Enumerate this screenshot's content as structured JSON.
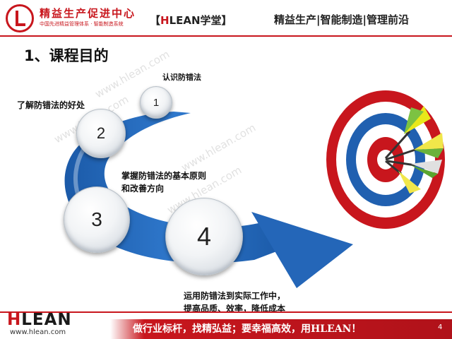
{
  "header": {
    "logo_text": "精益生产促进中心",
    "logo_subtitle": "中国先进精益管理体系 · 智能制造系统",
    "brand_left": "【",
    "brand_h": "H",
    "brand_rest": "LEAN学堂】",
    "tagline": "精益生产|智能制造|管理前沿"
  },
  "title": "1、课程目的",
  "steps": [
    {
      "number": "1",
      "label": "认识防错法"
    },
    {
      "number": "2",
      "label": "了解防错法的好处"
    },
    {
      "number": "3",
      "label_line1": "掌握防错法的基本原则",
      "label_line2": "和改善方向"
    },
    {
      "number": "4",
      "label_line1": "运用防错法到实际工作中，",
      "label_line2": "提高品质、效率，降低成本"
    }
  ],
  "watermark": "www.hlean.com",
  "footer": {
    "logo_h": "H",
    "logo_rest": "LEAN",
    "url": "www.hlean.com",
    "slogan": "做行业标杆，找精弘益；要幸福高效，用HLEAN！",
    "page_number": "4"
  },
  "colors": {
    "brand_red": "#c8161d",
    "arrow_blue": "#2466b8"
  }
}
